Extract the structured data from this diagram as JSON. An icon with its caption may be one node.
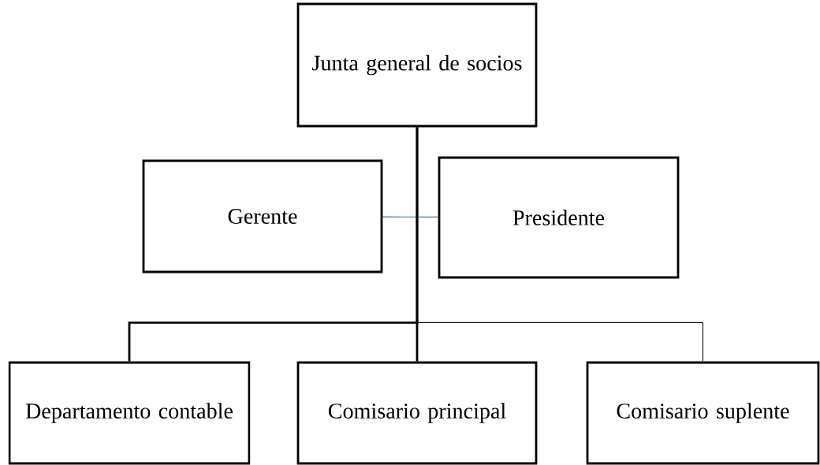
{
  "diagram": {
    "nodes": [
      {
        "text": [
          "Junta general de socios"
        ]
      },
      {
        "text": [
          "Gerente"
        ]
      },
      {
        "text": [
          "Presidente"
        ]
      },
      {
        "text": [
          "Departamento contable"
        ]
      },
      {
        "text": [
          "Comisario principal"
        ]
      },
      {
        "text": [
          "Comisario suplente"
        ]
      }
    ],
    "edges": [
      {
        "from": 1,
        "to": 2,
        "arrow": "none",
        "color": "#41719c"
      },
      {
        "from": 0,
        "to": 3,
        "arrow": "none",
        "style": "thick"
      },
      {
        "from": 0,
        "to": 4,
        "arrow": "none",
        "style": "thick"
      },
      {
        "from": 0,
        "to": 5,
        "arrow": "none"
      }
    ]
  }
}
